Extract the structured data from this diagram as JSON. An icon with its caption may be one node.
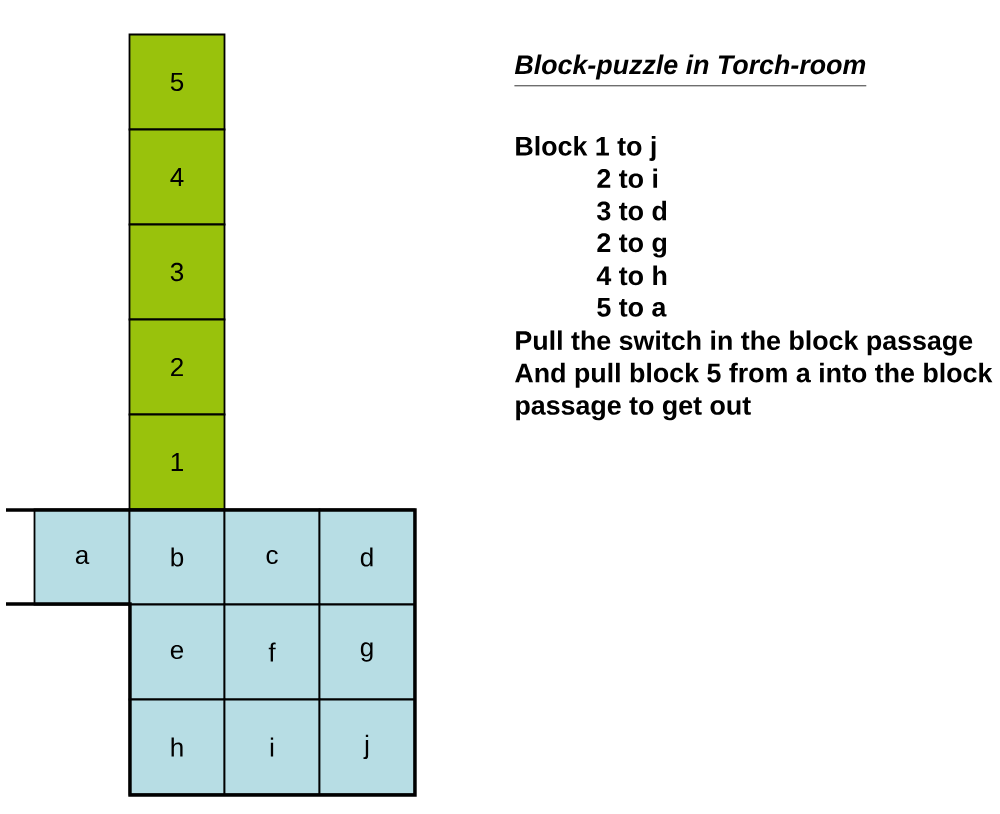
{
  "diagram": {
    "title": "Block-puzzle in Torch-room",
    "nodes": [
      {
        "text": [
          "5"
        ]
      },
      {
        "text": [
          "4"
        ]
      },
      {
        "text": [
          "3"
        ]
      },
      {
        "text": [
          "2"
        ]
      },
      {
        "text": [
          "1"
        ]
      },
      {
        "text": [
          "a"
        ]
      },
      {
        "text": [
          "b"
        ]
      },
      {
        "text": [
          "c"
        ]
      },
      {
        "text": [
          "d"
        ]
      },
      {
        "text": [
          "e"
        ]
      },
      {
        "text": [
          "f"
        ]
      },
      {
        "text": [
          "g"
        ]
      },
      {
        "text": [
          "h"
        ]
      },
      {
        "text": [
          "i"
        ]
      },
      {
        "text": [
          "j"
        ]
      }
    ],
    "labels": [
      "Block 1 to j",
      "2 to i",
      "3 to d",
      "2 to g",
      "4 to h",
      "5 to a",
      "Pull the switch in the block passage",
      "And pull block 5 from a into the block passage to get out"
    ]
  }
}
